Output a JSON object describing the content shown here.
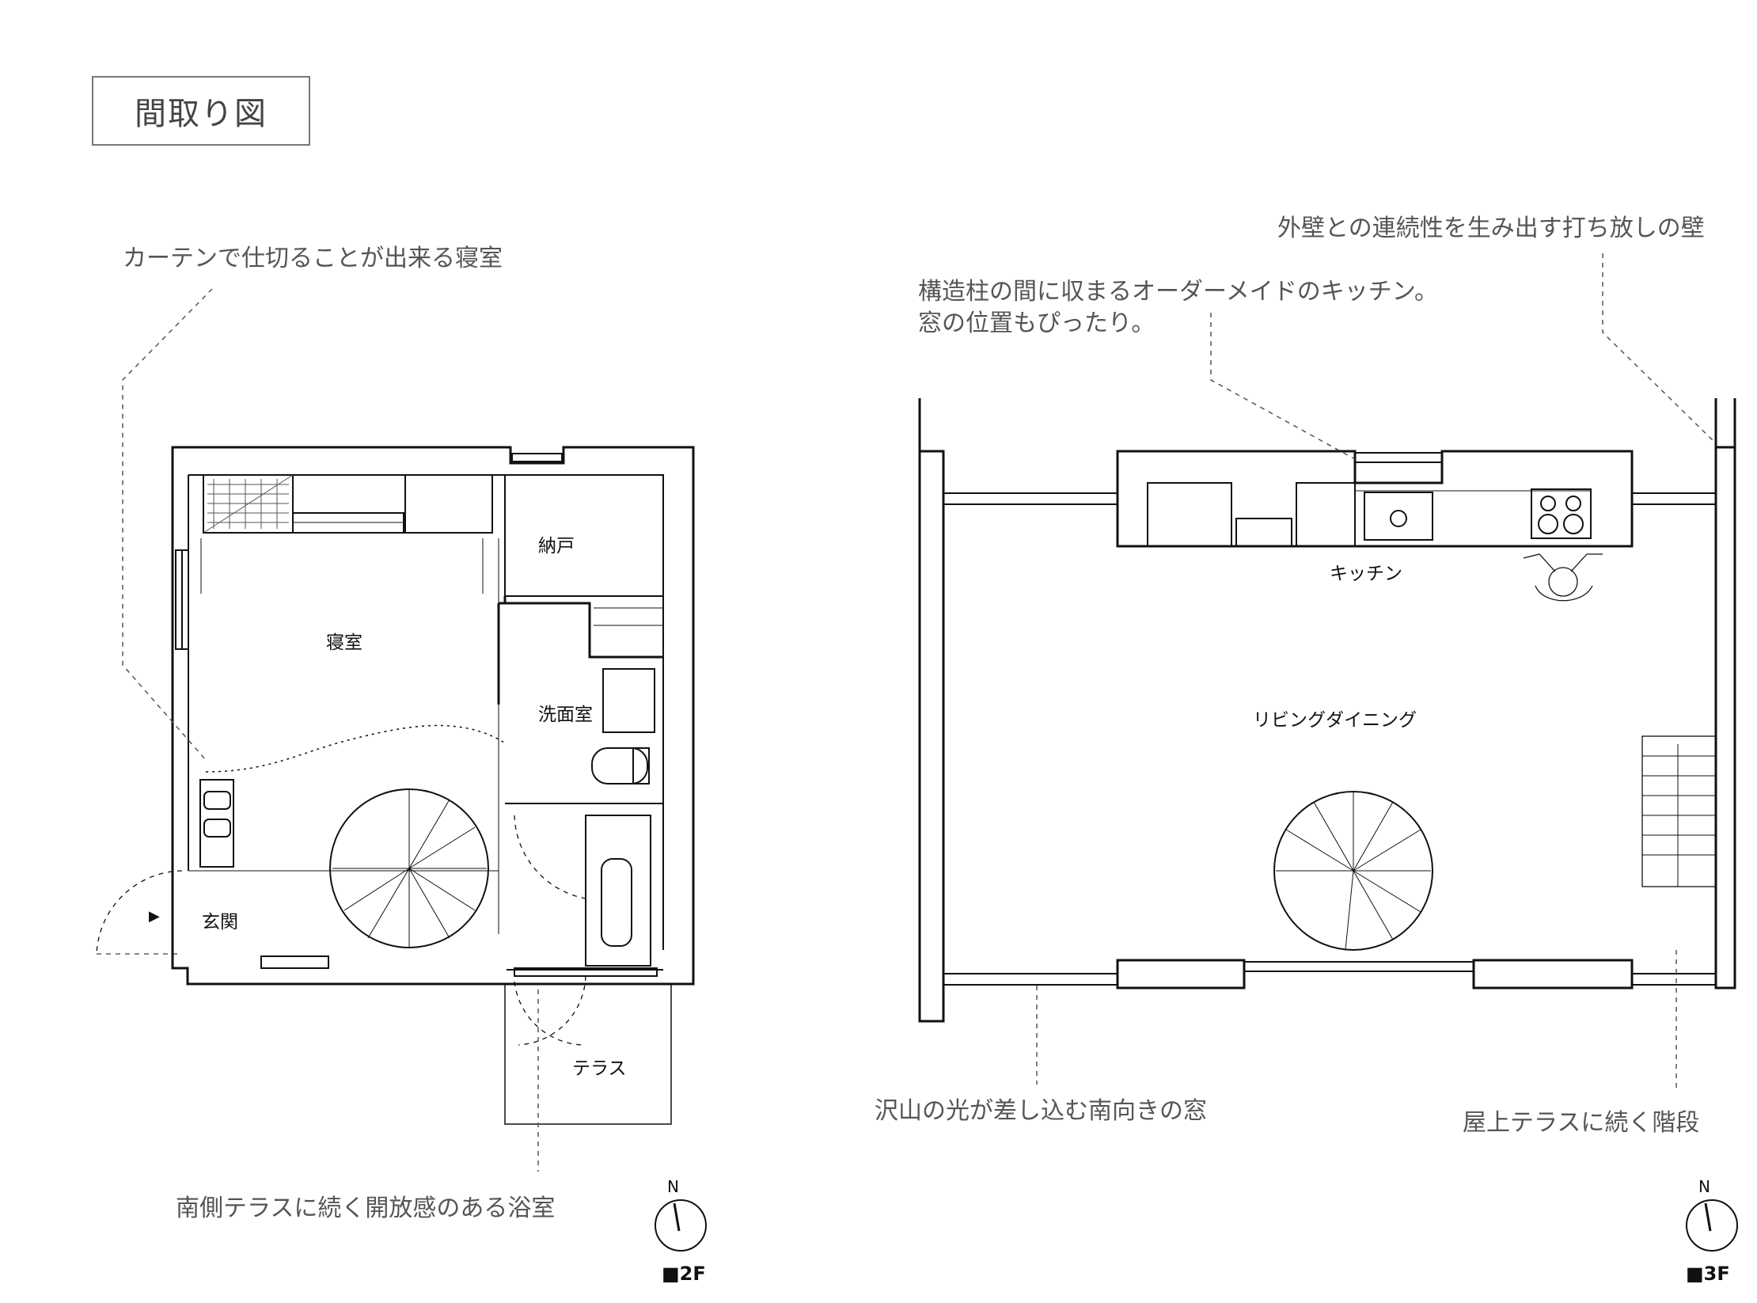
{
  "title": "間取り図",
  "notes": {
    "bedroom_curtain": "カーテンで仕切ることが出来る寝室",
    "bath_terrace": "南側テラスに続く開放感のある浴室",
    "kitchen_line1": "構造柱の間に収まるオーダーメイドのキッチン。",
    "kitchen_line2": "窓の位置もぴったり。",
    "exterior_wall": "外壁との連続性を生み出す打ち放しの壁",
    "south_window": "沢山の光が差し込む南向きの窓",
    "roof_stairs": "屋上テラスに続く階段"
  },
  "rooms_2f": {
    "bedroom": "寝室",
    "storage": "納戸",
    "washroom": "洗面室",
    "entrance": "玄関",
    "terrace": "テラス"
  },
  "rooms_3f": {
    "kitchen": "キッチン",
    "living_dining": "リビングダイニング"
  },
  "floors": {
    "f2": "■2F",
    "f3": "■3F"
  },
  "north_label": "N",
  "entry_marker": "▶"
}
